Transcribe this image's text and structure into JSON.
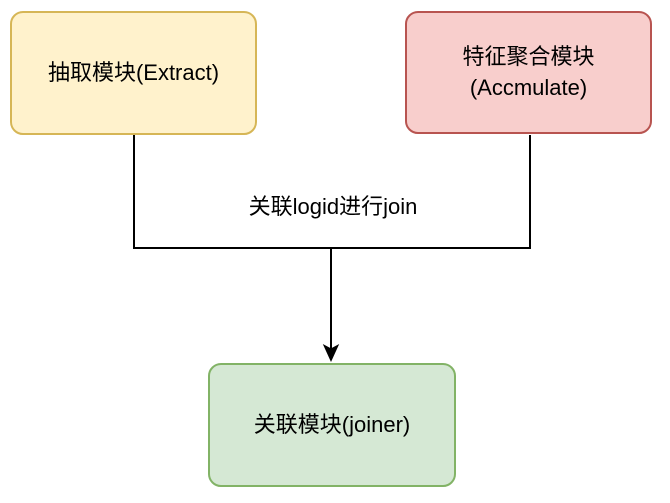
{
  "diagram": {
    "background": "#FFFFFF",
    "text_color": "#000000",
    "connector_color": "#000000",
    "nodes": [
      {
        "id": "extract-module",
        "label": "抽取模块(Extract)",
        "fill": "#FFF2CC",
        "stroke": "#D6B656"
      },
      {
        "id": "accumulate-module",
        "label": "特征聚合模块\n(Accmulate)",
        "fill": "#F8CECC",
        "stroke": "#B85450"
      },
      {
        "id": "joiner-module",
        "label": "关联模块(joiner)",
        "fill": "#D5E8D4",
        "stroke": "#82B366"
      }
    ],
    "edges": [
      {
        "from": "extract-module",
        "to": "joiner-module"
      },
      {
        "from": "accumulate-module",
        "to": "joiner-module"
      }
    ],
    "edge_label": "关联logid进行join"
  }
}
